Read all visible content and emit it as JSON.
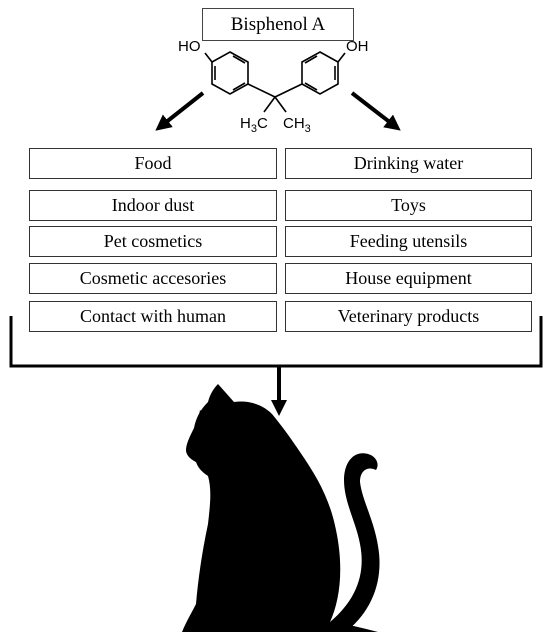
{
  "title": "Bisphenol A",
  "molecule": {
    "ho_left": "HO",
    "oh_right": "OH",
    "methyl_left": "H3C",
    "methyl_right": "CH3"
  },
  "sources_left": [
    "Food",
    "Indoor dust",
    "Pet cosmetics",
    "Cosmetic accesories",
    "Contact with human"
  ],
  "sources_right": [
    "Drinking water",
    "Toys",
    "Feeding utensils",
    "House equipment",
    "Veterinary products"
  ],
  "icon": "cat-silhouette-icon"
}
